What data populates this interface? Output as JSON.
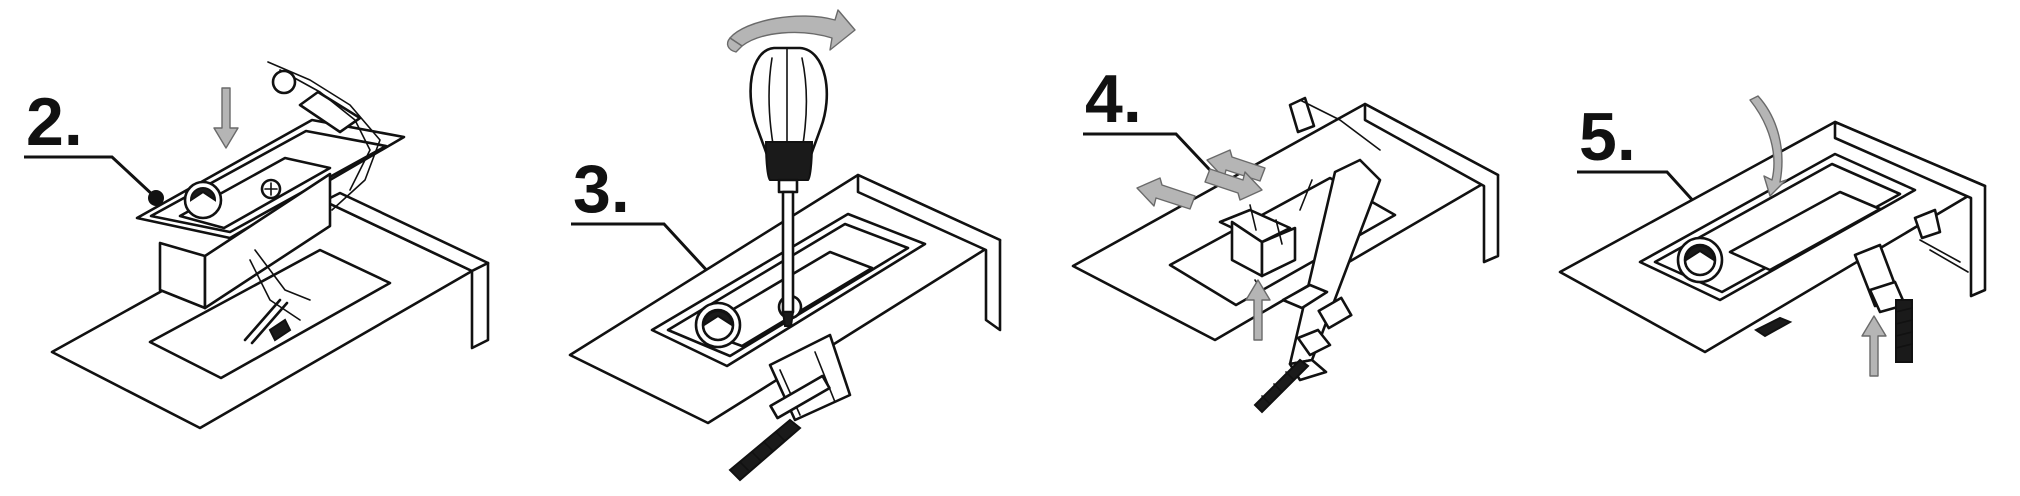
{
  "steps": [
    {
      "number": "2."
    },
    {
      "number": "3."
    },
    {
      "number": "4."
    },
    {
      "number": "5."
    }
  ]
}
